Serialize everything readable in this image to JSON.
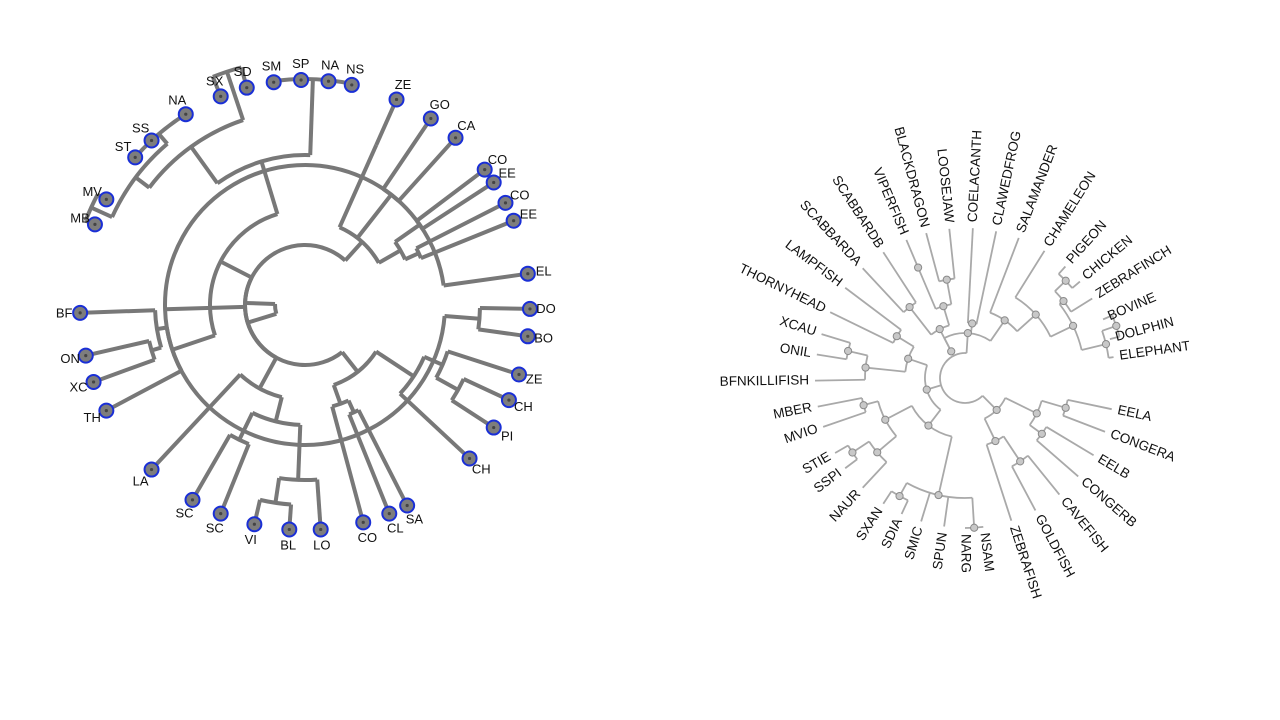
{
  "colors": {
    "left_branch": "#787878",
    "left_leaf_fill": "#7d7d7d",
    "left_leaf_ring": "#1a2fd6",
    "right_branch": "#a9a9a9",
    "right_node": "#c8c8c8"
  },
  "left_tree": {
    "leaves": [
      {
        "label": "BF",
        "angle": 182
      },
      {
        "label": "ON",
        "angle": 193
      },
      {
        "label": "XC",
        "angle": 200
      },
      {
        "label": "TH",
        "angle": 208
      },
      {
        "label": "LA",
        "angle": 227
      },
      {
        "label": "SC",
        "angle": 240
      },
      {
        "label": "SC",
        "angle": 248
      },
      {
        "label": "VI",
        "angle": 257
      },
      {
        "label": "BL",
        "angle": 266
      },
      {
        "label": "LO",
        "angle": 274
      },
      {
        "label": "CO",
        "angle": 285
      },
      {
        "label": "CL",
        "angle": 292
      },
      {
        "label": "SA",
        "angle": 297
      },
      {
        "label": "CH",
        "angle": 317
      },
      {
        "label": "PI",
        "angle": 327
      },
      {
        "label": "CH",
        "angle": 335
      },
      {
        "label": "ZE",
        "angle": 342
      },
      {
        "label": "BO",
        "angle": 352
      },
      {
        "label": "DO",
        "angle": 359
      },
      {
        "label": "EL",
        "angle": 8
      },
      {
        "label": "EE",
        "angle": 22
      },
      {
        "label": "CO",
        "angle": 27
      },
      {
        "label": "EE",
        "angle": 33
      },
      {
        "label": "CO",
        "angle": 37
      },
      {
        "label": "CA",
        "angle": 48
      },
      {
        "label": "GO",
        "angle": 56
      },
      {
        "label": "ZE",
        "angle": 66
      },
      {
        "label": "NS",
        "angle": 78
      },
      {
        "label": "NA",
        "angle": 84
      },
      {
        "label": "SP",
        "angle": 91
      },
      {
        "label": "SM",
        "angle": 98
      },
      {
        "label": "SD",
        "angle": 105
      },
      {
        "label": "SX",
        "angle": 112
      },
      {
        "label": "NA",
        "angle": 122
      },
      {
        "label": "SS",
        "angle": 133
      },
      {
        "label": "ST",
        "angle": 139
      },
      {
        "label": "MV",
        "angle": 152
      },
      {
        "label": "MB",
        "angle": 159
      }
    ]
  },
  "right_tree": {
    "leaves": [
      {
        "label": "ELEPHANT",
        "angle": 8
      },
      {
        "label": "DOLPHIN",
        "angle": 15
      },
      {
        "label": "BOVINE",
        "angle": 23
      },
      {
        "label": "ZEBRAFINCH",
        "angle": 32
      },
      {
        "label": "CHICKEN",
        "angle": 40
      },
      {
        "label": "PIGEON",
        "angle": 48
      },
      {
        "label": "CHAMELEON",
        "angle": 58
      },
      {
        "label": "SALAMANDER",
        "angle": 69
      },
      {
        "label": "CLAWEDFROG",
        "angle": 78
      },
      {
        "label": "COELACANTH",
        "angle": 87
      },
      {
        "label": "LOOSEJAW",
        "angle": 96
      },
      {
        "label": "BLACKDRAGON",
        "angle": 105
      },
      {
        "label": "VIPERFISH",
        "angle": 113
      },
      {
        "label": "SCABBARDB",
        "angle": 123
      },
      {
        "label": "SCABBARDA",
        "angle": 133
      },
      {
        "label": "LAMPFISH",
        "angle": 143
      },
      {
        "label": "THORNYHEAD",
        "angle": 154
      },
      {
        "label": "XCAU",
        "angle": 163
      },
      {
        "label": "ONIL",
        "angle": 171
      },
      {
        "label": "BFNKILLIFISH",
        "angle": 181
      },
      {
        "label": "MBER",
        "angle": 191
      },
      {
        "label": "MVIO",
        "angle": 199
      },
      {
        "label": "STIE",
        "angle": 210
      },
      {
        "label": "SSPI",
        "angle": 217
      },
      {
        "label": "NAUR",
        "angle": 227
      },
      {
        "label": "SXAN",
        "angle": 237
      },
      {
        "label": "SDIA",
        "angle": 245
      },
      {
        "label": "SMIC",
        "angle": 253
      },
      {
        "label": "SPUN",
        "angle": 262
      },
      {
        "label": "NARG",
        "angle": 270
      },
      {
        "label": "NSAM",
        "angle": 277
      },
      {
        "label": "ZEBRAFISH",
        "angle": 288
      },
      {
        "label": "GOLDFISH",
        "angle": 298
      },
      {
        "label": "CAVEFISH",
        "angle": 309
      },
      {
        "label": "CONGERB",
        "angle": 319
      },
      {
        "label": "EELB",
        "angle": 329
      },
      {
        "label": "CONGERA",
        "angle": 339
      },
      {
        "label": "EELA",
        "angle": 348
      }
    ]
  }
}
